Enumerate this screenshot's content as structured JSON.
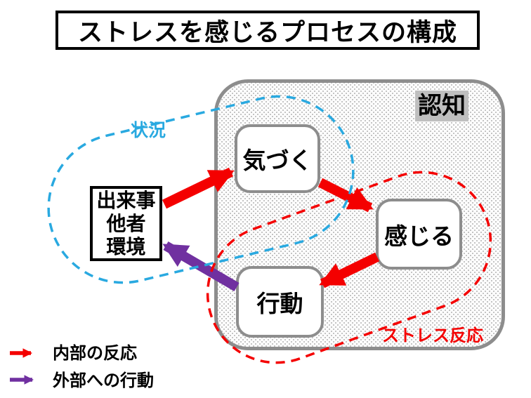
{
  "title": "ストレスを感じるプロセスの構成",
  "regions": {
    "cognition": "認知",
    "situation": "状況",
    "stress_response": "ストレス反応"
  },
  "nodes": {
    "stimulus_line1": "出来事",
    "stimulus_line2": "他者",
    "stimulus_line3": "環境",
    "notice": "気づく",
    "feel": "感じる",
    "act": "行動"
  },
  "legend": {
    "internal": "内部の反応",
    "external": "外部への行動"
  },
  "colors": {
    "red": "#f40000",
    "purple": "#7030a0",
    "blue": "#29a9e0",
    "gray_border": "#8d8d8d",
    "cognition_bg": "#bfbfbf"
  }
}
